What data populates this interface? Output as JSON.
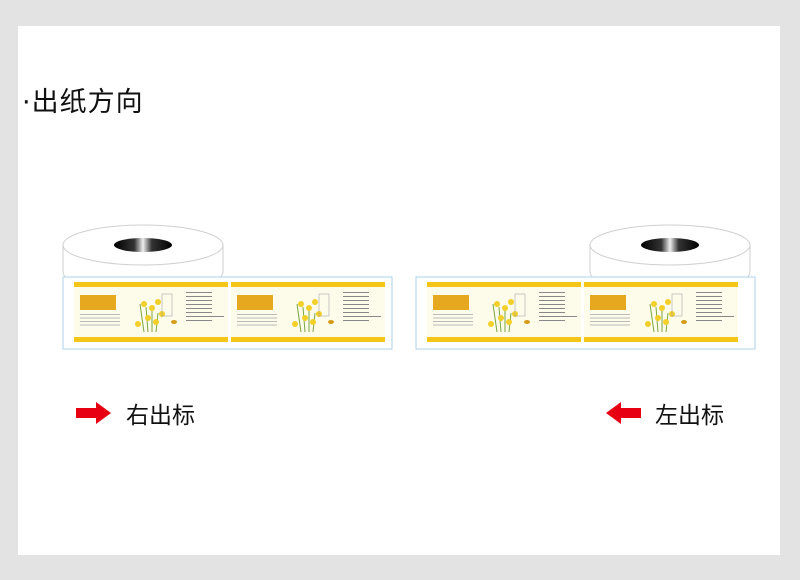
{
  "title": "·出纸方向",
  "directions": [
    {
      "label": "右出标",
      "arrow": "right"
    },
    {
      "label": "左出标",
      "arrow": "left"
    }
  ],
  "colors": {
    "arrow": "#e60012",
    "label_band": "#f5c518",
    "roll_outline": "#cfcfcf",
    "strip_border": "#bcd9ee"
  }
}
